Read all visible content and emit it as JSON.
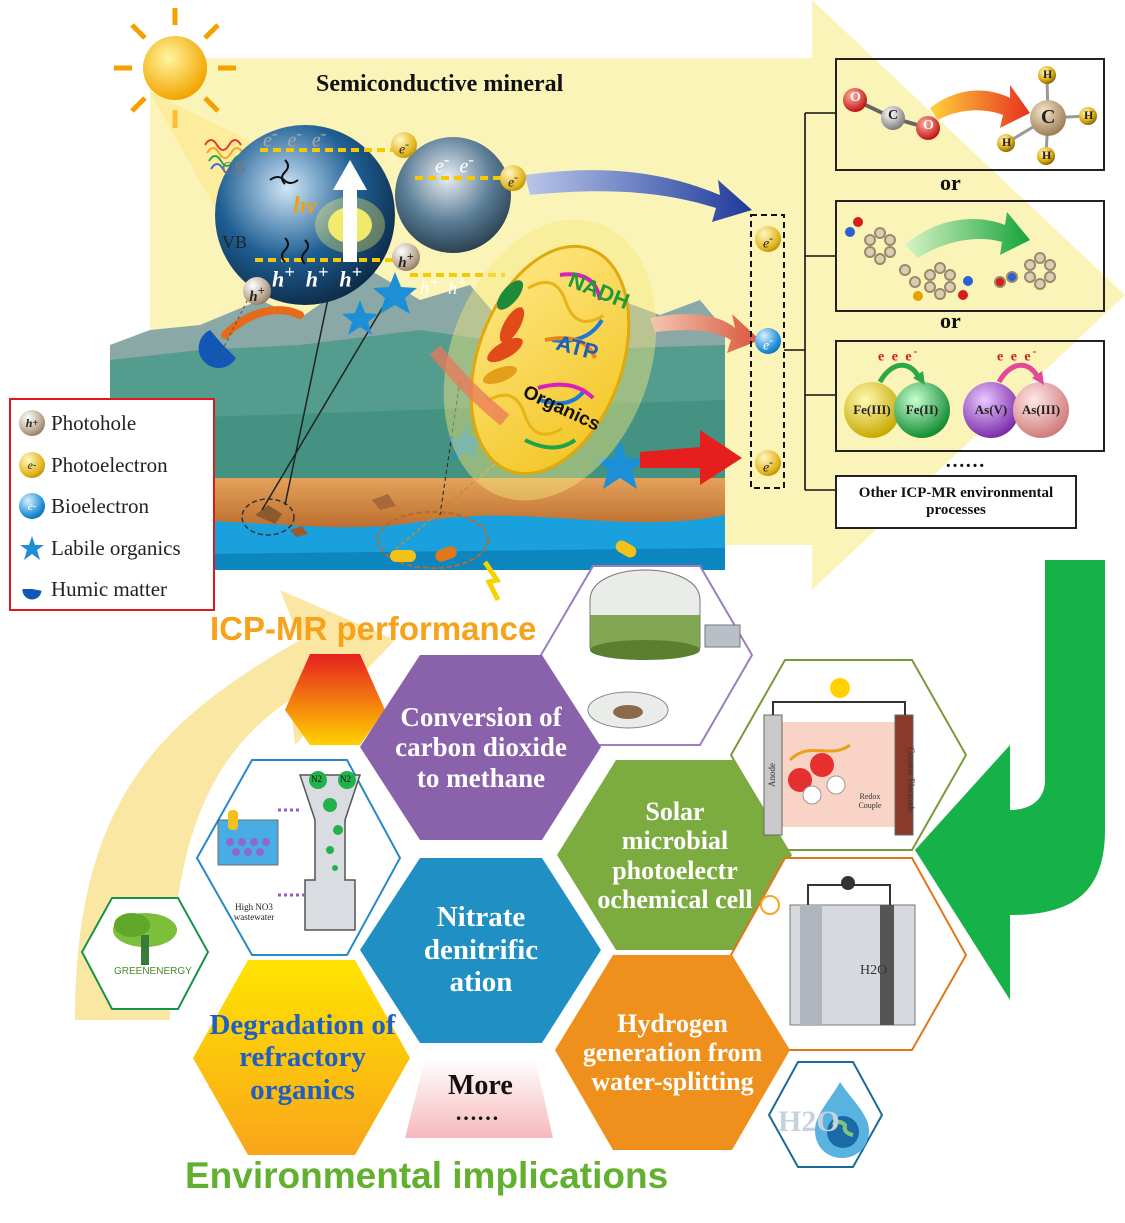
{
  "top": {
    "mineral_title": "Semiconductive mineral",
    "cb": "CB",
    "vb": "VB",
    "hv": "hv",
    "electron": "e",
    "hole": "h",
    "nadh": "NADH",
    "atp": "ATP",
    "organics": "Organics"
  },
  "legend": {
    "items": [
      {
        "label": "Photohole",
        "icon": "photohole-icon"
      },
      {
        "label": "Photoelectron",
        "icon": "photoelectron-icon"
      },
      {
        "label": "Bioelectron",
        "icon": "bioelectron-icon"
      },
      {
        "label": "Labile organics",
        "icon": "labile-organics-icon"
      },
      {
        "label": "Humic matter",
        "icon": "humic-matter-icon"
      }
    ]
  },
  "processes": {
    "or_1": "or",
    "or_2": "or",
    "ellipsis": "……",
    "co2_atoms": [
      "O",
      "C",
      "O"
    ],
    "ch4_atoms": [
      "C",
      "H",
      "H",
      "H",
      "H"
    ],
    "redox_pairs": [
      {
        "from": "Fe(III)",
        "to": "Fe(II)",
        "electrons": "e e e"
      },
      {
        "from": "As(V)",
        "to": "As(III)",
        "electrons": "e e e"
      }
    ],
    "other": "Other ICP-MR environmental processes"
  },
  "bottom": {
    "performance_title": "ICP-MR performance",
    "implications_title": "Environmental implications",
    "hex_co2": "Conversion of carbon dioxide to methane",
    "hex_solar": "Solar microbial photoelectr ochemical cell",
    "hex_nitrate": "Nitrate denitrific ation",
    "hex_hydrogen": "Hydrogen generation from water-splitting",
    "hex_degradation": "Degradation of refractory organics",
    "more": "More",
    "more_dots": "……",
    "nitrate_img_text": "High NO3 wastewater",
    "n2_label": "N2",
    "green_energy": "GREENENERGY",
    "h2o_label": "H2O",
    "anode": "Anode",
    "counter_electrode": "Counter Electrode",
    "redox_couple": "Redox Couple"
  },
  "colors": {
    "yellow_bg": "#fbf3b4",
    "purple_hex": "#8a62ab",
    "green_hex": "#7cab3f",
    "blue_hex": "#1f8fc4",
    "orange_hex": "#f0901c",
    "legend_border": "#e0181b"
  }
}
